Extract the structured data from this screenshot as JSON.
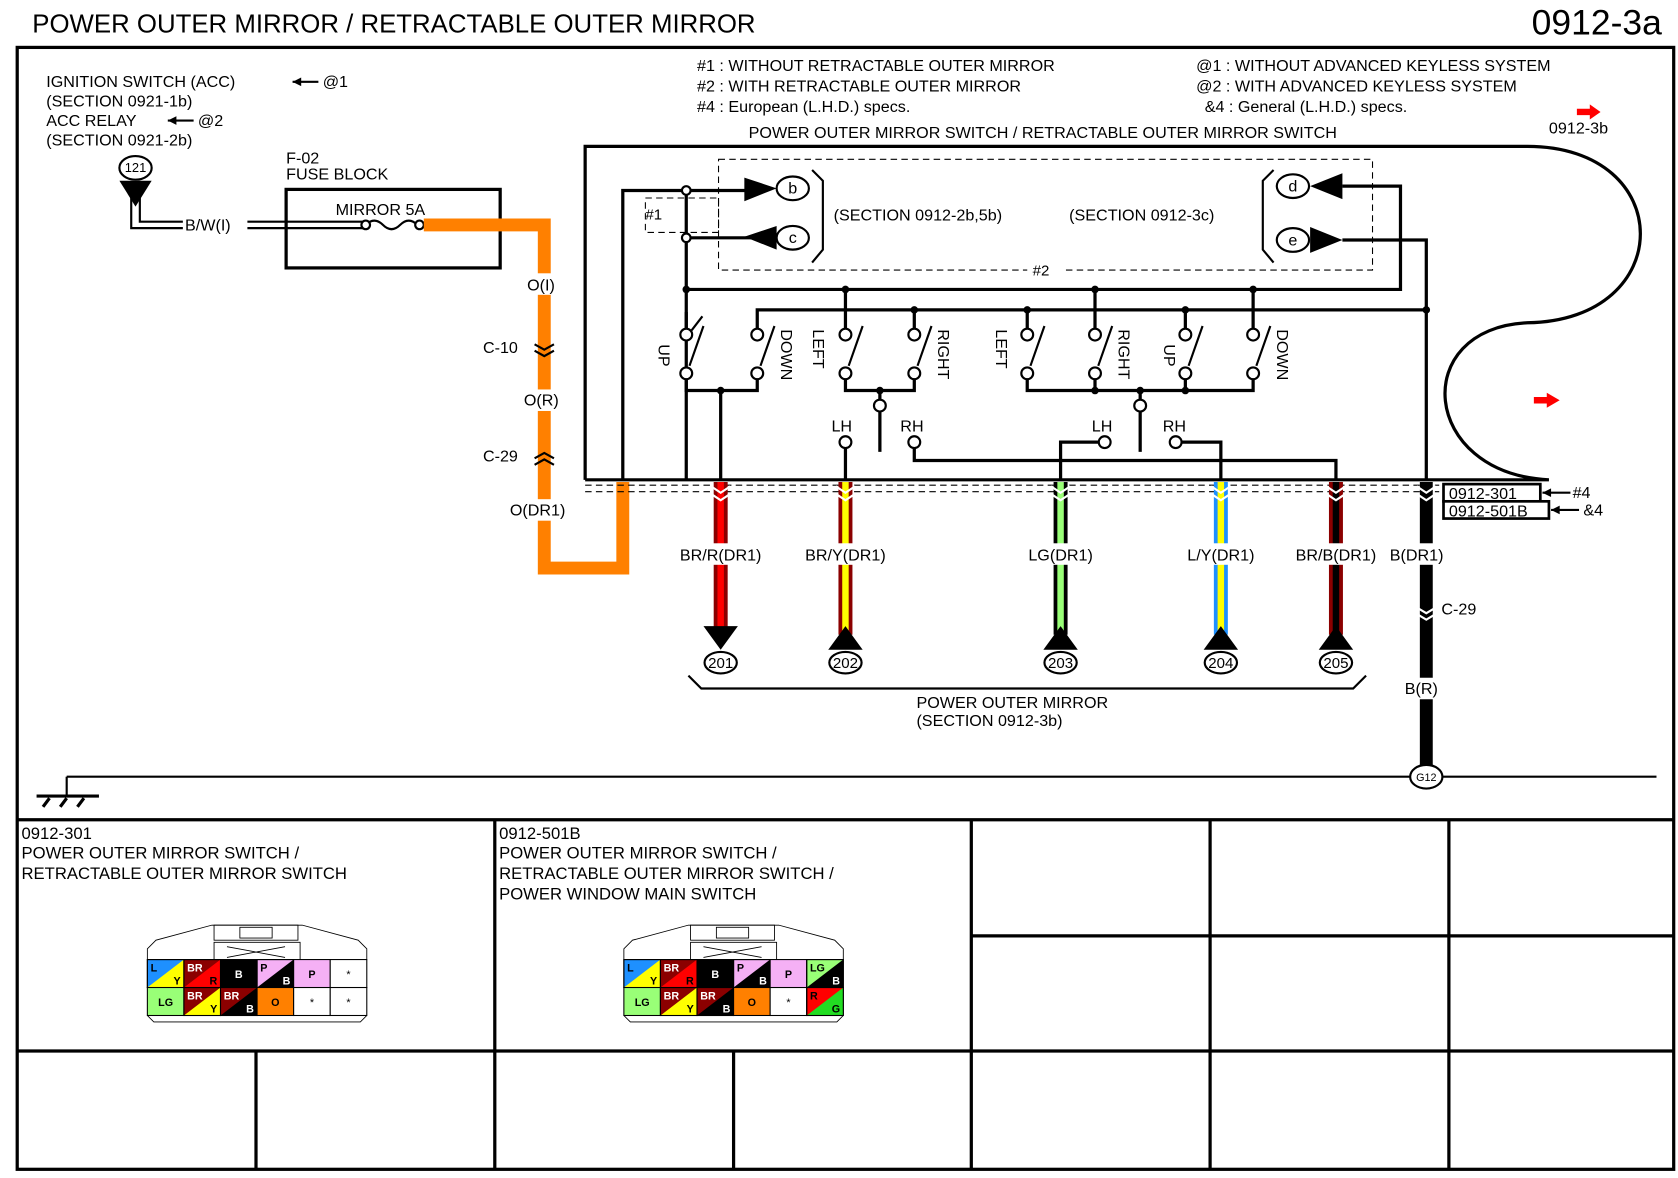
{
  "header": {
    "title": "POWER OUTER MIRROR / RETRACTABLE OUTER MIRROR",
    "page_id": "0912-3a"
  },
  "notes": {
    "n1": "#1 : WITHOUT RETRACTABLE OUTER MIRROR",
    "n2": "#2 : WITH RETRACTABLE OUTER MIRROR",
    "n4": "#4 : European (L.H.D.) specs.",
    "a1": "@1 : WITHOUT ADVANCED KEYLESS SYSTEM",
    "a2": "@2 : WITH ADVANCED KEYLESS SYSTEM",
    "g4": "&4 : General (L.H.D.) specs."
  },
  "source": {
    "line1": "IGNITION SWITCH (ACC)",
    "line1_tag": "@1",
    "line2": "(SECTION 0921-1b)",
    "line3": "ACC RELAY",
    "line3_tag": "@2",
    "line4": "(SECTION 0921-2b)",
    "terminal": "121",
    "wire": "B/W(I)"
  },
  "fuse_block": {
    "id": "F-02",
    "name": "FUSE BLOCK",
    "fuse": "MIRROR 5A"
  },
  "supply_wire": {
    "seg1": "O(I)",
    "conn1": "C-10",
    "seg2": "O(R)",
    "conn2": "C-29",
    "seg3": "O(DR1)",
    "color": "#ff8000"
  },
  "switch": {
    "title": "POWER OUTER MIRROR SWITCH / RETRACTABLE OUTER MIRROR SWITCH",
    "next_page": "0912-3b",
    "opt1": "#1",
    "opt2": "#2",
    "section_left": "(SECTION 0912-2b,5b)",
    "section_right": "(SECTION 0912-3c)",
    "terminals": [
      "b",
      "c",
      "d",
      "e"
    ],
    "contacts_left": [
      "UP",
      "DOWN",
      "LEFT",
      "RIGHT"
    ],
    "contacts_right": [
      "LEFT",
      "RIGHT",
      "UP",
      "DOWN"
    ],
    "selector_left": [
      "LH",
      "RH"
    ],
    "selector_right": [
      "LH",
      "RH"
    ],
    "connector_refs": [
      {
        "id": "0912-301",
        "tag": "#4"
      },
      {
        "id": "0912-501B",
        "tag": "&4"
      }
    ]
  },
  "outputs": [
    {
      "wire": "BR/R(DR1)",
      "terminal": "201",
      "base": "#8b0000",
      "stripe": "#ff0000",
      "dir": "down"
    },
    {
      "wire": "BR/Y(DR1)",
      "terminal": "202",
      "base": "#8b0000",
      "stripe": "#ffff00",
      "dir": "up"
    },
    {
      "wire": "LG(DR1)",
      "terminal": "203",
      "base": "#000000",
      "stripe": "#99ff77",
      "dir": "up"
    },
    {
      "wire": "L/Y(DR1)",
      "terminal": "204",
      "base": "#1e90ff",
      "stripe": "#ffff00",
      "dir": "up"
    },
    {
      "wire": "BR/B(DR1)",
      "terminal": "205",
      "base": "#8b0000",
      "stripe": "#000000",
      "dir": "up"
    }
  ],
  "mirror": {
    "name": "POWER OUTER MIRROR",
    "section": "(SECTION 0912-3b)"
  },
  "ground": {
    "wire1": "B(DR1)",
    "conn": "C-29",
    "wire2": "B(R)",
    "point": "G12"
  },
  "connectors": [
    {
      "id": "0912-301",
      "lines": [
        "POWER OUTER MIRROR SWITCH /",
        "RETRACTABLE OUTER MIRROR SWITCH"
      ],
      "pins": [
        [
          {
            "a": "L",
            "b": "Y",
            "ca": "#1e90ff",
            "cb": "#ffff00"
          },
          {
            "a": "BR",
            "b": "R",
            "ca": "#8b0000",
            "cb": "#ff0000"
          },
          {
            "a": "B",
            "ca": "#000000"
          },
          {
            "a": "P",
            "b": "B",
            "ca": "#f5b0f5",
            "cb": "#000000"
          },
          {
            "a": "P",
            "ca": "#f5b0f5"
          },
          {
            "a": "*",
            "ca": "#ffffff"
          }
        ],
        [
          {
            "a": "LG",
            "ca": "#99ff77"
          },
          {
            "a": "BR",
            "b": "Y",
            "ca": "#8b0000",
            "cb": "#ffff00"
          },
          {
            "a": "BR",
            "b": "B",
            "ca": "#8b0000",
            "cb": "#000000"
          },
          {
            "a": "O",
            "ca": "#ff8000"
          },
          {
            "a": "*",
            "ca": "#ffffff"
          },
          {
            "a": "*",
            "ca": "#ffffff"
          }
        ]
      ]
    },
    {
      "id": "0912-501B",
      "lines": [
        "POWER OUTER MIRROR SWITCH /",
        "RETRACTABLE OUTER MIRROR SWITCH /",
        "POWER WINDOW MAIN SWITCH"
      ],
      "pins": [
        [
          {
            "a": "L",
            "b": "Y",
            "ca": "#1e90ff",
            "cb": "#ffff00"
          },
          {
            "a": "BR",
            "b": "R",
            "ca": "#8b0000",
            "cb": "#ff0000"
          },
          {
            "a": "B",
            "ca": "#000000"
          },
          {
            "a": "P",
            "b": "B",
            "ca": "#f5b0f5",
            "cb": "#000000"
          },
          {
            "a": "P",
            "ca": "#f5b0f5"
          },
          {
            "a": "LG",
            "b": "B",
            "ca": "#99ff77",
            "cb": "#000000"
          }
        ],
        [
          {
            "a": "LG",
            "ca": "#99ff77"
          },
          {
            "a": "BR",
            "b": "Y",
            "ca": "#8b0000",
            "cb": "#ffff00"
          },
          {
            "a": "BR",
            "b": "B",
            "ca": "#8b0000",
            "cb": "#000000"
          },
          {
            "a": "O",
            "ca": "#ff8000"
          },
          {
            "a": "*",
            "ca": "#ffffff"
          },
          {
            "a": "R",
            "b": "G",
            "ca": "#ff0000",
            "cb": "#22dd22"
          }
        ]
      ]
    }
  ]
}
